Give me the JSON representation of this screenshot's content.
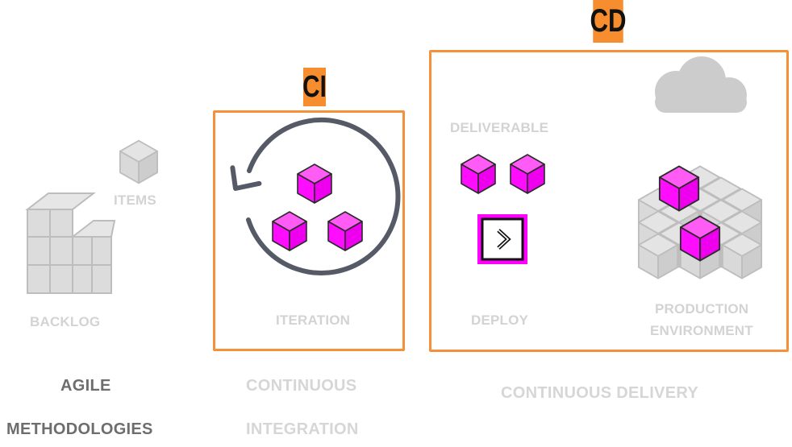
{
  "badges": {
    "ci": "CI",
    "cd": "CD"
  },
  "labels": {
    "items": "ITEMS",
    "backlog": "BACKLOG",
    "iteration": "ITERATION",
    "deliverable": "DELIVERABLE",
    "deploy": "DEPLOY",
    "production_line1": "PRODUCTION",
    "production_line2": "ENVIRONMENT"
  },
  "captions": {
    "agile_line1": "AGILE",
    "agile_line2": "METHODOLOGIES",
    "ci_line1": "CONTINUOUS",
    "ci_line2": "INTEGRATION",
    "cd": "CONTINUOUS DELIVERY"
  },
  "colors": {
    "accent_orange": "#f68d2e",
    "cube_magenta": "#ff00ff",
    "cube_grey": "#d6d6d6",
    "muted_text": "#d3d3d3",
    "dark_caption": "#6d6d6d",
    "cycle_arrow": "#555a66"
  },
  "icons": {
    "cycle": "circular-arrow-icon",
    "cloud": "cloud-icon",
    "deploy": "chevron-right-icon",
    "cube": "cube-icon"
  }
}
